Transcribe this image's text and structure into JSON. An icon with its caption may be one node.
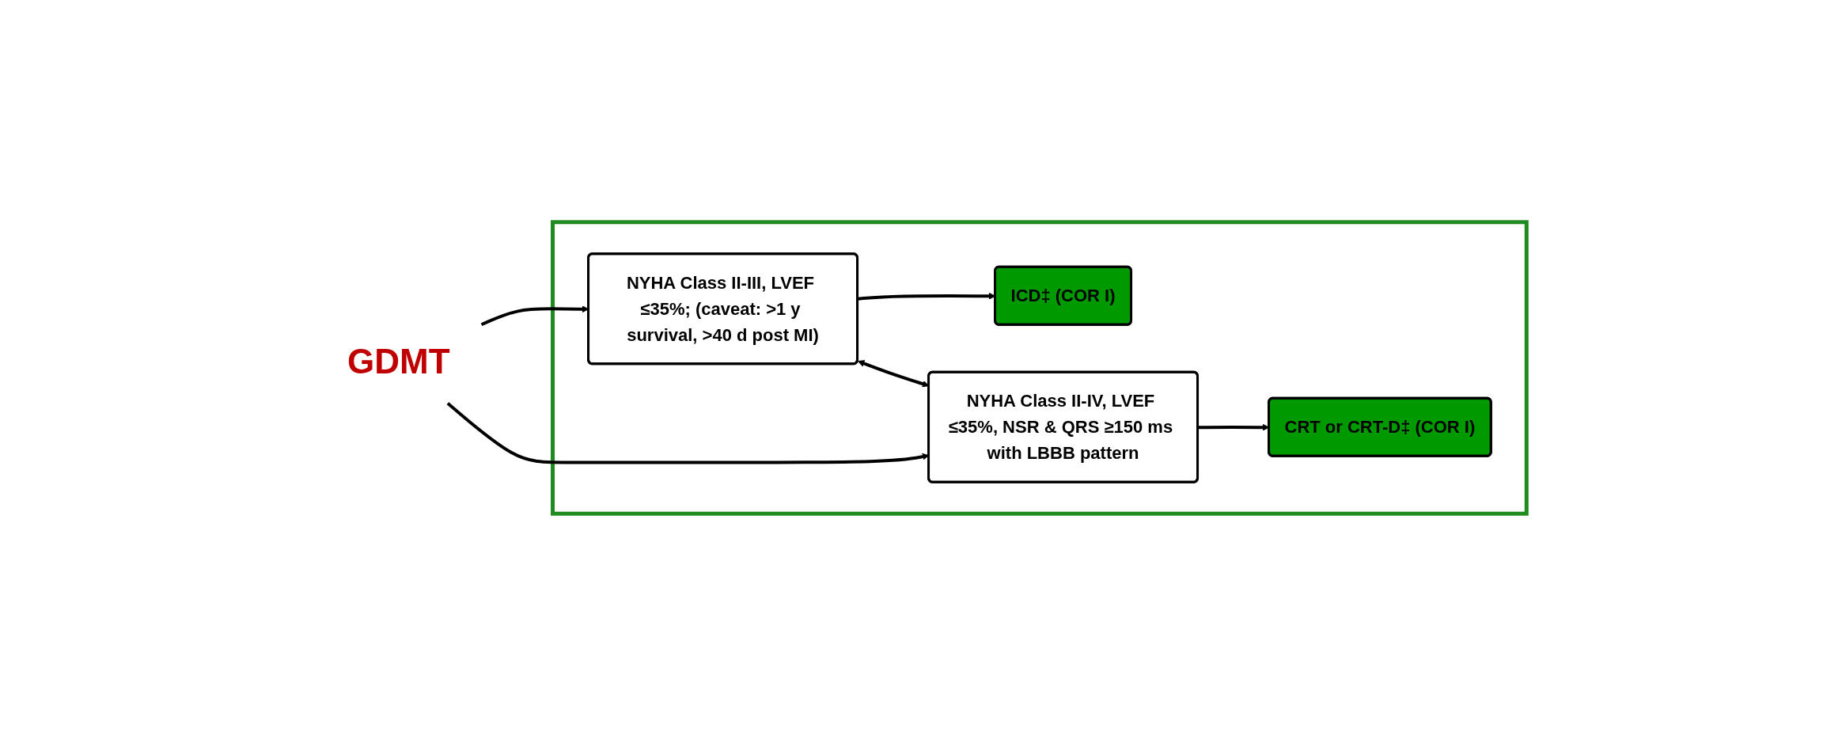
{
  "diagram": {
    "nodes": [
      {
        "text": [
          "GDMT"
        ]
      },
      {
        "text": [],
        "shape": "box"
      },
      {
        "text": [
          "NYHA Class II-III, LVEF ≤35%; (caveat: >1 y survival, >40 d post MI)"
        ],
        "in": 1
      },
      {
        "text": [
          "ICD‡ (COR I)"
        ],
        "in": 1
      },
      {
        "text": [
          "NYHA Class II-IV, LVEF ≤35%, NSR & QRS ≥150 ms with LBBB pattern"
        ],
        "in": 1
      },
      {
        "text": [
          "CRT or CRT-D‡ (COR I)"
        ],
        "in": 1
      }
    ],
    "edges": [
      {
        "from": 0,
        "to": 2,
        "arrow": "to"
      },
      {
        "from": 0,
        "to": 4,
        "arrow": "to"
      },
      {
        "from": 2,
        "to": 4,
        "arrow": "both"
      },
      {
        "from": 2,
        "to": 3,
        "arrow": "to"
      },
      {
        "from": 4,
        "to": 5,
        "arrow": "to"
      }
    ]
  }
}
